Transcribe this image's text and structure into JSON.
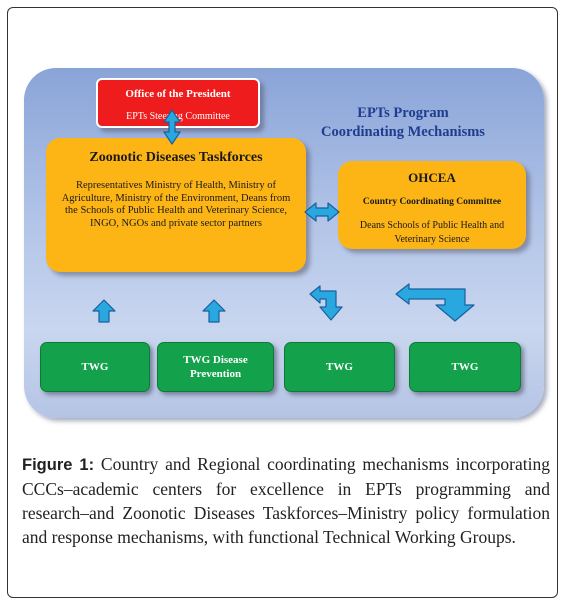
{
  "diagram": {
    "title_line1": "EPTs Program",
    "title_line2": "Coordinating Mechanisms",
    "office": {
      "title": "Office of the President",
      "subtitle": "EPTs Steering Committee"
    },
    "taskforce": {
      "title": "Zoonotic Diseases Taskforces",
      "body": "Representatives Ministry of Health, Ministry of Agriculture, Ministry of the Environment, Deans from the Schools of Public Health and Veterinary Science, INGO, NGOs and private sector partners"
    },
    "ohcea": {
      "title": "OHCEA",
      "subtitle": "Country Coordinating Committee",
      "body": "Deans Schools of Public Health and Veterinary Science"
    },
    "twg_boxes": [
      {
        "label": "TWG"
      },
      {
        "label": "TWG Disease Prevention"
      },
      {
        "label": "TWG"
      },
      {
        "label": "TWG"
      }
    ],
    "colors": {
      "office_red": "#ee1c1c",
      "taskforce_orange": "#fdb515",
      "twg_green": "#13a24b",
      "arrow_blue": "#29a8e0",
      "title_blue": "#1f3d8f"
    }
  },
  "caption": {
    "label": "Figure 1:",
    "text": " Country and Regional coordinating mechanisms incorporating CCCs–academic centers for excellence in EPTs programming and research–and Zoonotic Diseases Taskforces–Ministry policy formulation and response mechanisms, with functional Technical Working Groups."
  }
}
